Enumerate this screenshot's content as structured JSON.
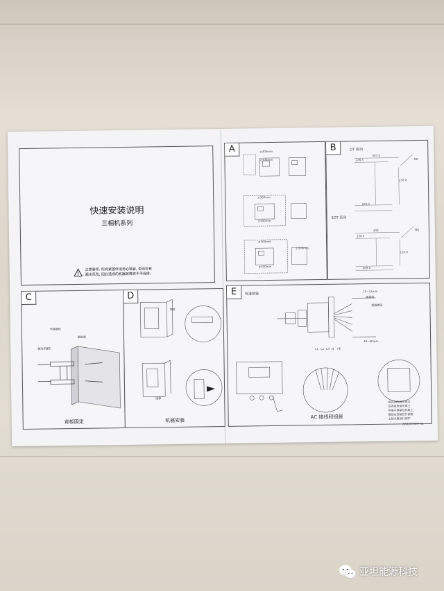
{
  "cover": {
    "title": "快速安装说明",
    "subtitle": "三相机系列",
    "notice_line1": "注意事项: 所有紧固件请务必锁紧, 否则会有",
    "notice_line2": "漏水风险, 因此造成的机器故障将不予保修。"
  },
  "panel_a": {
    "letter": "A",
    "dims": [
      "≥300mm",
      "≥300mm",
      "≥300mm",
      "≥300mm",
      "≥300mm",
      "≥300mm",
      "≥300mm"
    ]
  },
  "panel_b": {
    "letter": "B",
    "series1": "DT 系列",
    "series2": "SDT 系列",
    "dims1": [
      "407.5",
      "226.5",
      "209.0",
      "250.0",
      "M6"
    ],
    "dims2": [
      "400",
      "226.5",
      "209.0",
      "120.0",
      "M6"
    ]
  },
  "panel_c": {
    "letter": "C",
    "caption": "背板固定",
    "labels": [
      "安装螺栓",
      "自攻牙螺钉",
      "膨胀管"
    ]
  },
  "panel_d": {
    "letter": "D",
    "caption": "机器安装",
    "labels": [
      "顶部",
      "底部"
    ]
  },
  "panel_e": {
    "letter": "E",
    "header": "标准按装",
    "labels": [
      "装导线",
      "紧固螺母",
      "L1",
      "L2",
      "L3",
      "N",
      "PE"
    ],
    "dims": [
      "10~12mm",
      "40~60mm"
    ],
    "note_lines": [
      "将各线的线缆穿过",
      "后连接至端子排上",
      "将端子锁紧在机箱上",
      "最后在连接处外部套",
      "上防水套进行保护"
    ],
    "caption": "AC 接线和组装",
    "code": "ZW1003007-A1"
  },
  "watermark": {
    "icon": "wechat-icon",
    "text": "亚坦能源科技"
  }
}
